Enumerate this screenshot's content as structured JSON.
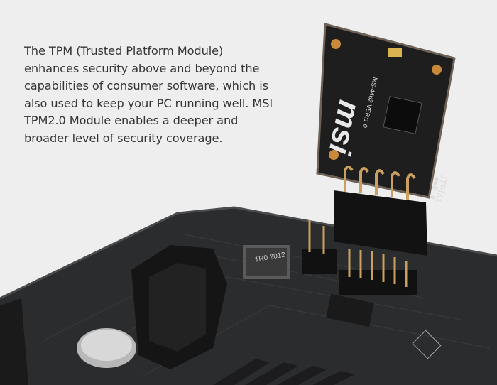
{
  "description": {
    "lines": [
      "The TPM (Trusted Platform Module)",
      "enhances security above and beyond the",
      "capabilities of consumer software, which is",
      "also used to keep your PC running well. MSI",
      "TPM2.0 Module enables a deeper and",
      "broader level of security coverage."
    ]
  },
  "product_image": {
    "logo_text": "msi",
    "board_model": "MS-4462 VER:1.0",
    "header_label": "JTPM1",
    "part_label": "4462-1.0",
    "inductor_label": "1R0 2012"
  }
}
